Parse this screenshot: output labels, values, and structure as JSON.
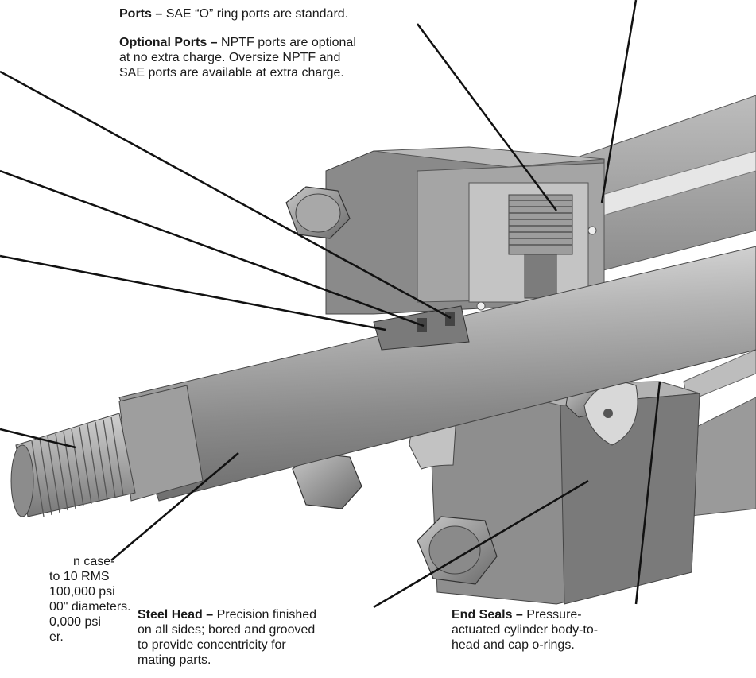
{
  "callouts": {
    "ports": {
      "title": "Ports –",
      "text": "SAE “O” ring ports are standard."
    },
    "optional_ports": {
      "title": "Optional Ports –",
      "lines": [
        "NPTF ports are optional",
        "at no extra charge. Oversize NPTF and",
        "SAE ports are available at extra charge."
      ]
    },
    "rod_partial": {
      "lines": [
        "n case-",
        "to 10 RMS",
        "100,000 psi",
        "00\" diameters.",
        "0,000 psi",
        "er."
      ]
    },
    "steel_head": {
      "title": "Steel Head –",
      "lines": [
        "Precision finished",
        "on all sides; bored and grooved",
        "to provide concentricity for",
        "mating parts."
      ]
    },
    "end_seals": {
      "title": "End Seals –",
      "lines": [
        "Pressure-",
        "actuated cylinder body-to-",
        "head and cap o-rings."
      ]
    }
  },
  "colors": {
    "metal_light": "#c9c9c9",
    "metal_mid": "#9a9a9a",
    "metal_dark": "#6a6a6a",
    "leader": "#111111"
  }
}
